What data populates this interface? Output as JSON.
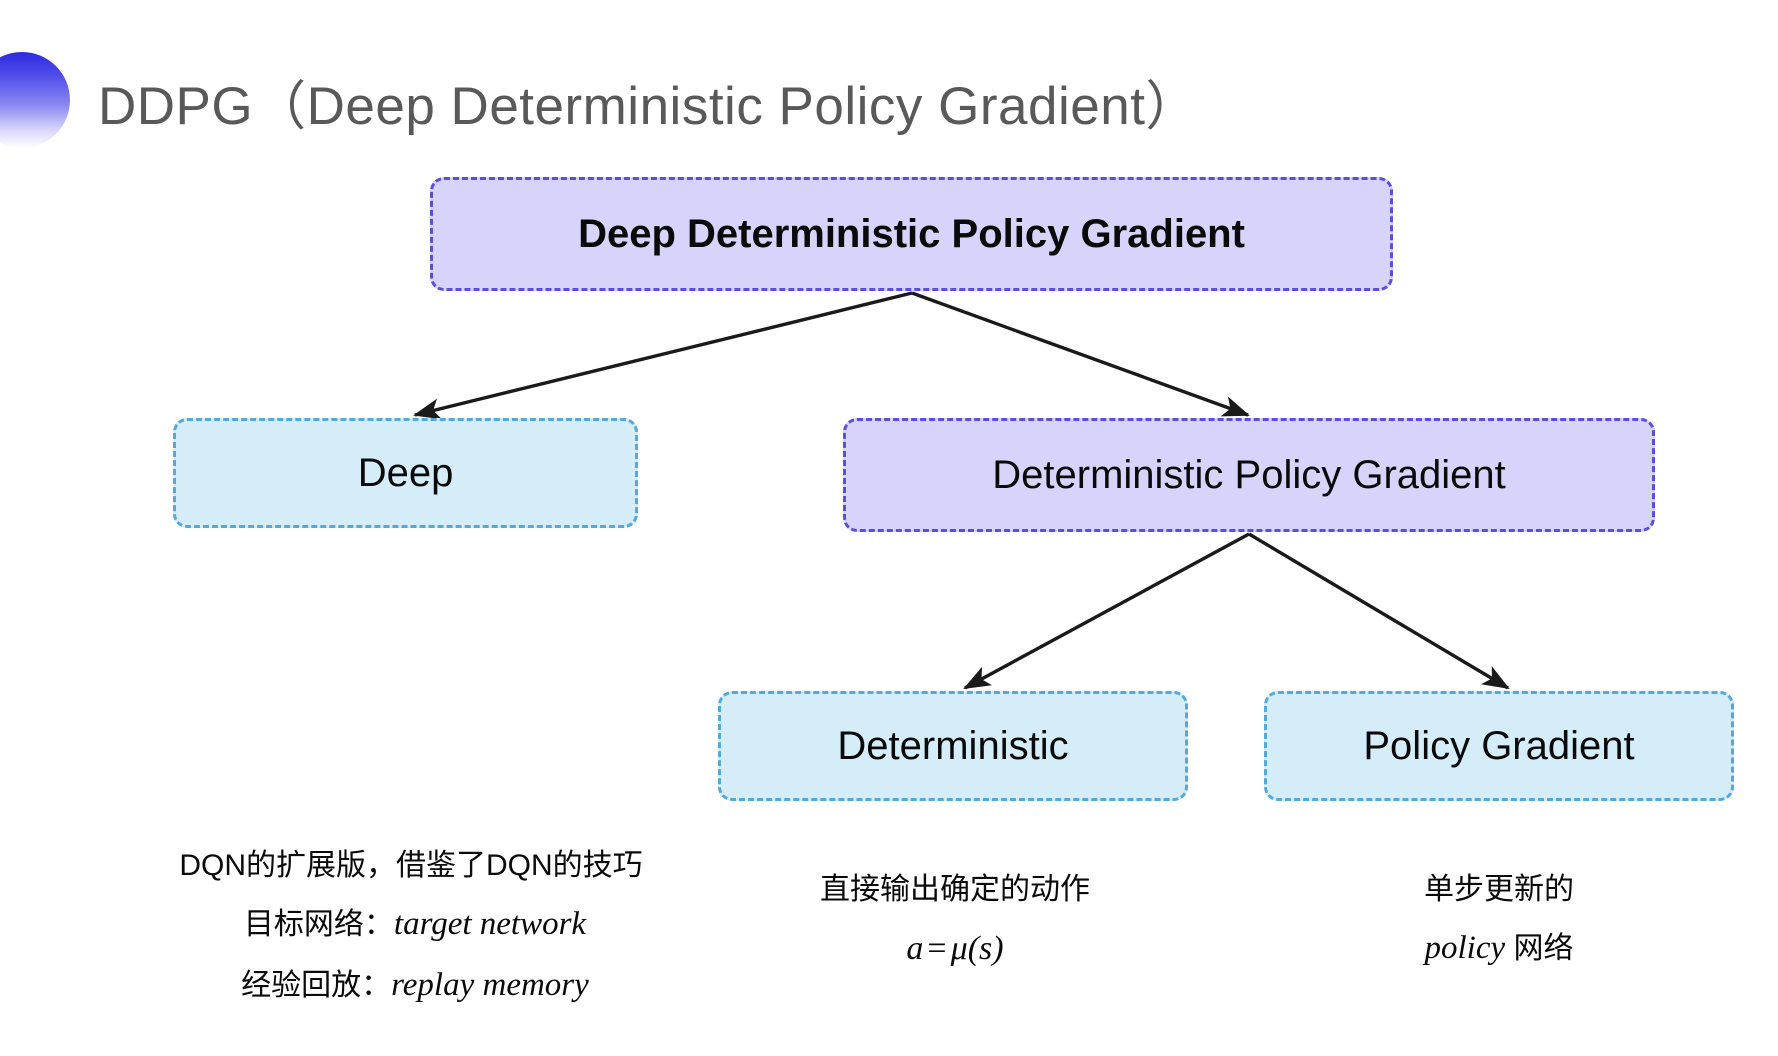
{
  "slide": {
    "title": "DDPG（Deep Deterministic Policy Gradient）",
    "bullet_icon": "circle-gradient-icon",
    "title_color": "#595959",
    "background": "#ffffff"
  },
  "colors": {
    "purple_fill": "#d6d4fa",
    "purple_border": "#5b4fd8",
    "blue_fill": "#d5edf9",
    "blue_border": "#55a8db",
    "arrow": "#1a1a1a",
    "text": "#0a0a0a"
  },
  "diagram": {
    "type": "tree",
    "nodes": [
      {
        "id": "ddpg",
        "label": "Deep Deterministic Policy Gradient",
        "style": "purple",
        "level": 0
      },
      {
        "id": "deep",
        "label": "Deep",
        "style": "blue",
        "level": 1
      },
      {
        "id": "dpg",
        "label": "Deterministic Policy Gradient",
        "style": "purple",
        "level": 1
      },
      {
        "id": "deterministic",
        "label": "Deterministic",
        "style": "blue",
        "level": 2
      },
      {
        "id": "policy_gradient",
        "label": "Policy Gradient",
        "style": "blue",
        "level": 2
      }
    ],
    "edges": [
      {
        "from": "ddpg",
        "to": "deep"
      },
      {
        "from": "ddpg",
        "to": "dpg"
      },
      {
        "from": "dpg",
        "to": "deterministic"
      },
      {
        "from": "dpg",
        "to": "policy_gradient"
      }
    ]
  },
  "annotations": {
    "deep": {
      "line1": "DQN的扩展版，借鉴了DQN的技巧",
      "line2_label": "目标网络：",
      "line2_term": "target network",
      "line3_label": "经验回放：",
      "line3_term": "replay memory"
    },
    "deterministic": {
      "line1": "直接输出确定的动作",
      "formula_lhs": "a",
      "formula_op": "=",
      "formula_rhs_fn": "μ",
      "formula_rhs_arg": "(s)"
    },
    "policy_gradient": {
      "line1": "单步更新的",
      "line2_term": "policy",
      "line2_suffix": " 网络"
    }
  }
}
